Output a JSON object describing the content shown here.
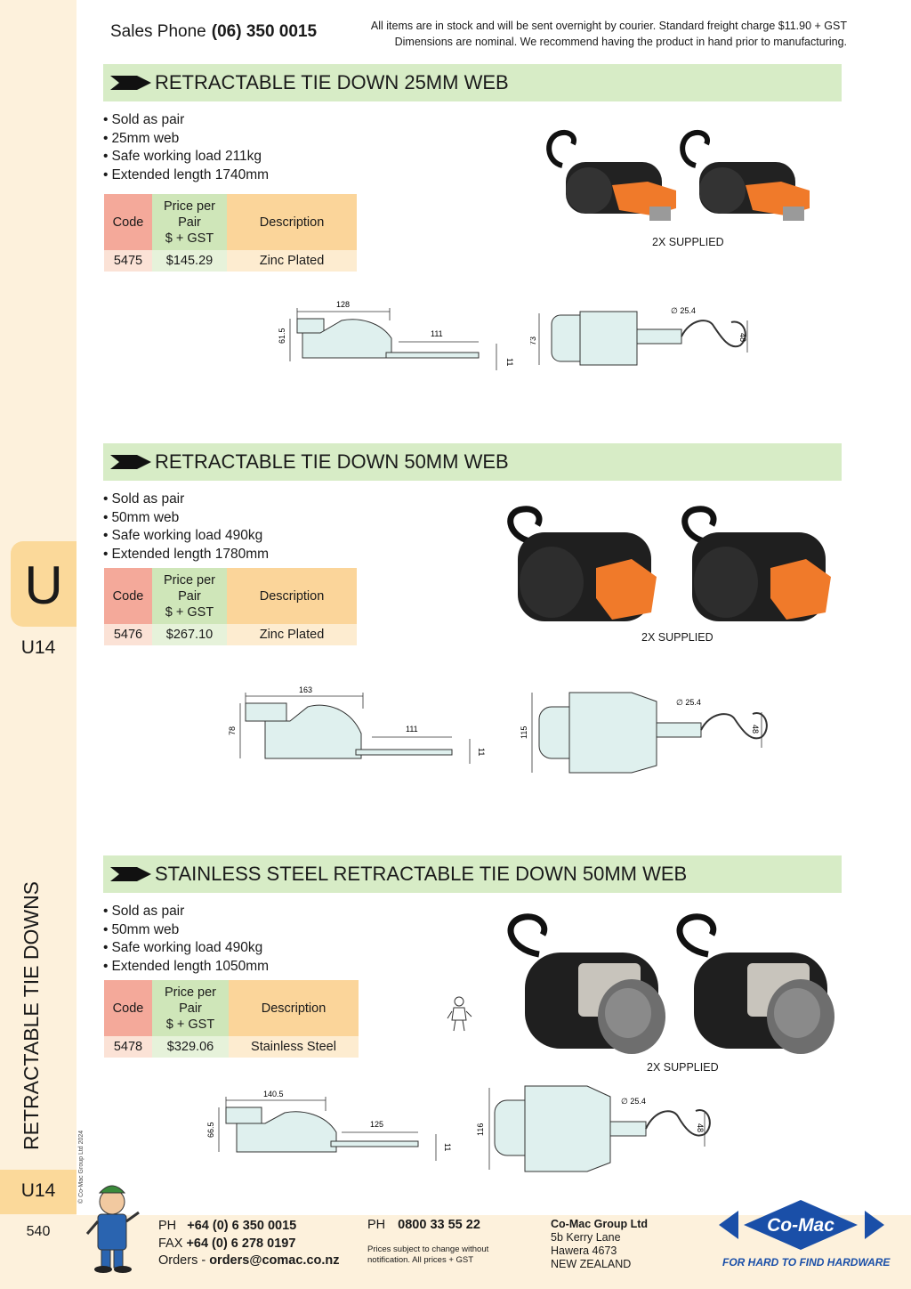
{
  "header": {
    "sales_label": "Sales Phone",
    "sales_number": "(06) 350 0015",
    "note_line1": "All items are in stock and will be sent overnight by courier. Standard freight charge $11.90 + GST",
    "note_line2": "Dimensions are nominal. We recommend having the product in hand prior to manufacturing."
  },
  "sidebar": {
    "section_letter": "U",
    "section_code": "U14",
    "vertical_title": "RETRACTABLE TIE DOWNS",
    "copyright": "© Co-Mac Group Ltd 2024",
    "page_code": "U14",
    "page_number": "540"
  },
  "table_headers": {
    "code": "Code",
    "price_l1": "Price per",
    "price_l2": "Pair",
    "price_l3": "$ + GST",
    "description": "Description"
  },
  "products": [
    {
      "title": "RETRACTABLE TIE DOWN 25MM WEB",
      "bullets": [
        "Sold as pair",
        "25mm web",
        "Safe working load 211kg",
        "Extended length 1740mm"
      ],
      "row": {
        "code": "5475",
        "price": "$145.29",
        "description": "Zinc Plated"
      },
      "supplied": "2X SUPPLIED",
      "dims": {
        "length": "128",
        "height": "61.5",
        "strap": "111",
        "thick": "11",
        "width": "73",
        "hook_dia": "∅ 25.4",
        "hook_w": "48"
      }
    },
    {
      "title": "RETRACTABLE TIE DOWN 50MM WEB",
      "bullets": [
        "Sold as pair",
        "50mm web",
        "Safe working load 490kg",
        "Extended length 1780mm"
      ],
      "row": {
        "code": "5476",
        "price": "$267.10",
        "description": "Zinc Plated"
      },
      "supplied": "2X SUPPLIED",
      "dims": {
        "length": "163",
        "height": "78",
        "strap": "111",
        "thick": "11",
        "width": "115",
        "hook_dia": "∅ 25.4",
        "hook_w": "48"
      }
    },
    {
      "title": "STAINLESS STEEL RETRACTABLE TIE DOWN 50MM WEB",
      "bullets": [
        "Sold as pair",
        "50mm web",
        "Safe working load 490kg",
        "Extended length 1050mm"
      ],
      "row": {
        "code": "5478",
        "price": "$329.06",
        "description": "Stainless Steel"
      },
      "supplied": "2X SUPPLIED",
      "dims": {
        "length": "140.5",
        "height": "66.5",
        "strap": "125",
        "thick": "11",
        "width": "116",
        "hook_dia": "∅ 25.4",
        "hook_w": "48"
      }
    }
  ],
  "footer": {
    "ph_label": "PH",
    "ph_number": "+64 (0) 6 350 0015",
    "fax_label": "FAX",
    "fax_number": "+64 (0) 6 278 0197",
    "orders_label": "Orders -",
    "orders_email": "orders@comac.co.nz",
    "freephone_label": "PH",
    "freephone_number": "0800 33 55 22",
    "note": "Prices subject to change without notification. All prices + GST",
    "company": "Co-Mac Group Ltd",
    "addr1": "5b Kerry Lane",
    "addr2": "Hawera 4673",
    "addr3": "NEW ZEALAND",
    "brand": "Co-Mac",
    "tagline": "FOR HARD TO FIND HARDWARE"
  },
  "colors": {
    "bar": "#d7ecc6",
    "sidebar": "#fdf1dc",
    "tab": "#fbd99a",
    "brand_blue": "#1a4fa8",
    "orange_latch": "#f07a2a"
  }
}
